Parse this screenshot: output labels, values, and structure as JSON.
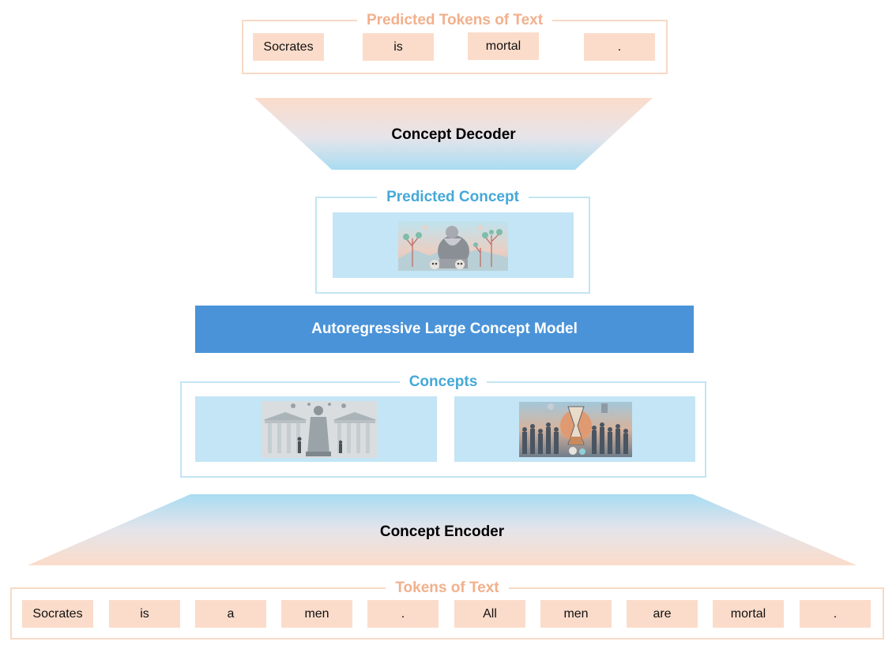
{
  "predicted_tokens": {
    "title": "Predicted Tokens of Text",
    "tokens": [
      "Socrates",
      "is",
      "mortal",
      "."
    ]
  },
  "decoder": {
    "label": "Concept Decoder"
  },
  "predicted_concept": {
    "title": "Predicted Concept"
  },
  "model": {
    "label": "Autoregressive Large Concept Model"
  },
  "concepts": {
    "title": "Concepts"
  },
  "encoder": {
    "label": "Concept Encoder"
  },
  "input_tokens": {
    "title": "Tokens of Text",
    "tokens": [
      "Socrates",
      "is",
      "a",
      "men",
      ".",
      "All",
      "men",
      "are",
      "mortal",
      "."
    ]
  },
  "colors": {
    "peach": "#fbdcca",
    "peach_frame": "#f8d9c6",
    "light_blue": "#c3e5f5",
    "blue_frame": "#c3e5f3",
    "model_blue": "#4a93d8",
    "title_peach": "#f2b08c",
    "title_blue": "#45a9d8"
  }
}
